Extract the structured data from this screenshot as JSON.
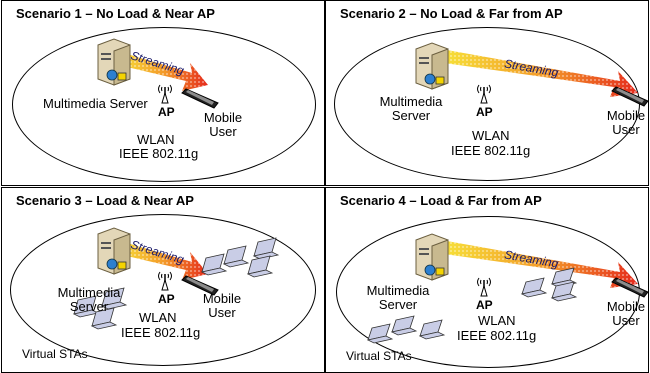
{
  "scenarios": [
    {
      "title": "Scenario 1 – No Load & Near AP",
      "server": "Multimedia Server",
      "ap": "AP",
      "wlan": "WLAN",
      "ieee": "IEEE 802.11g",
      "mobile": "Mobile User",
      "stream": "Streaming"
    },
    {
      "title": "Scenario 2 – No Load & Far from AP",
      "server": "Multimedia Server",
      "ap": "AP",
      "wlan": "WLAN",
      "ieee": "IEEE 802.11g",
      "mobile": "Mobile User",
      "stream": "Streaming"
    },
    {
      "title": "Scenario 3 – Load & Near AP",
      "server": "Multimedia Server",
      "ap": "AP",
      "wlan": "WLAN",
      "ieee": "IEEE 802.11g",
      "mobile": "Mobile User",
      "stream": "Streaming",
      "stas": "Virtual STAs"
    },
    {
      "title": "Scenario 4 – Load & Far from AP",
      "server": "Multimedia Server",
      "ap": "AP",
      "wlan": "WLAN",
      "ieee": "IEEE 802.11g",
      "mobile": "Mobile User",
      "stream": "Streaming",
      "stas": "Virtual STAs"
    }
  ],
  "colors": {
    "stream_start": "#f5e400",
    "stream_end": "#e82a1a",
    "server": "#e3d7b8",
    "laptop": "#c9cde6"
  }
}
